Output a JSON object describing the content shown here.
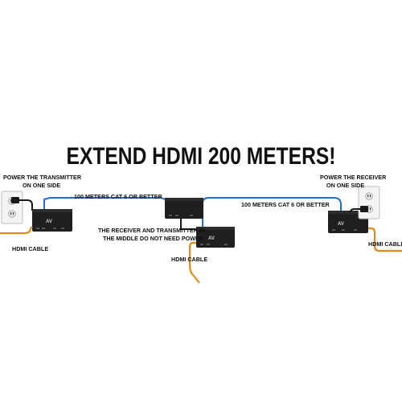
{
  "title": "EXTEND HDMI 200 METERS!",
  "labels": {
    "power_tx_1": "POWER THE TRANSMITTER",
    "power_tx_2": "ON ONE SIDE",
    "cat6_left": "100 METERS CAT 6 OR BETTER",
    "cat6_right": "100 METERS CAT 6 OR BETTER",
    "power_rx_1": "POWER THE RECEIVER",
    "power_rx_2": "ON ONE SIDE",
    "middle_1": "THE RECEIVER AND TRANSMITTER IN",
    "middle_2": "THE MIDDLE DO NOT NEED POWER.",
    "hdmi_left": "HDMI CABLE",
    "hdmi_middle": "HDMI CABLE",
    "hdmi_right": "HDMI CABLE"
  },
  "colors": {
    "cat6_cable": "#1e6fd9",
    "hdmi_cable": "#e38a1a",
    "device": "#1f1f1f",
    "power_cord": "#1a1a1a"
  },
  "icons": [
    "wall-outlet-icon",
    "extender-device-icon",
    "power-plug-icon"
  ]
}
